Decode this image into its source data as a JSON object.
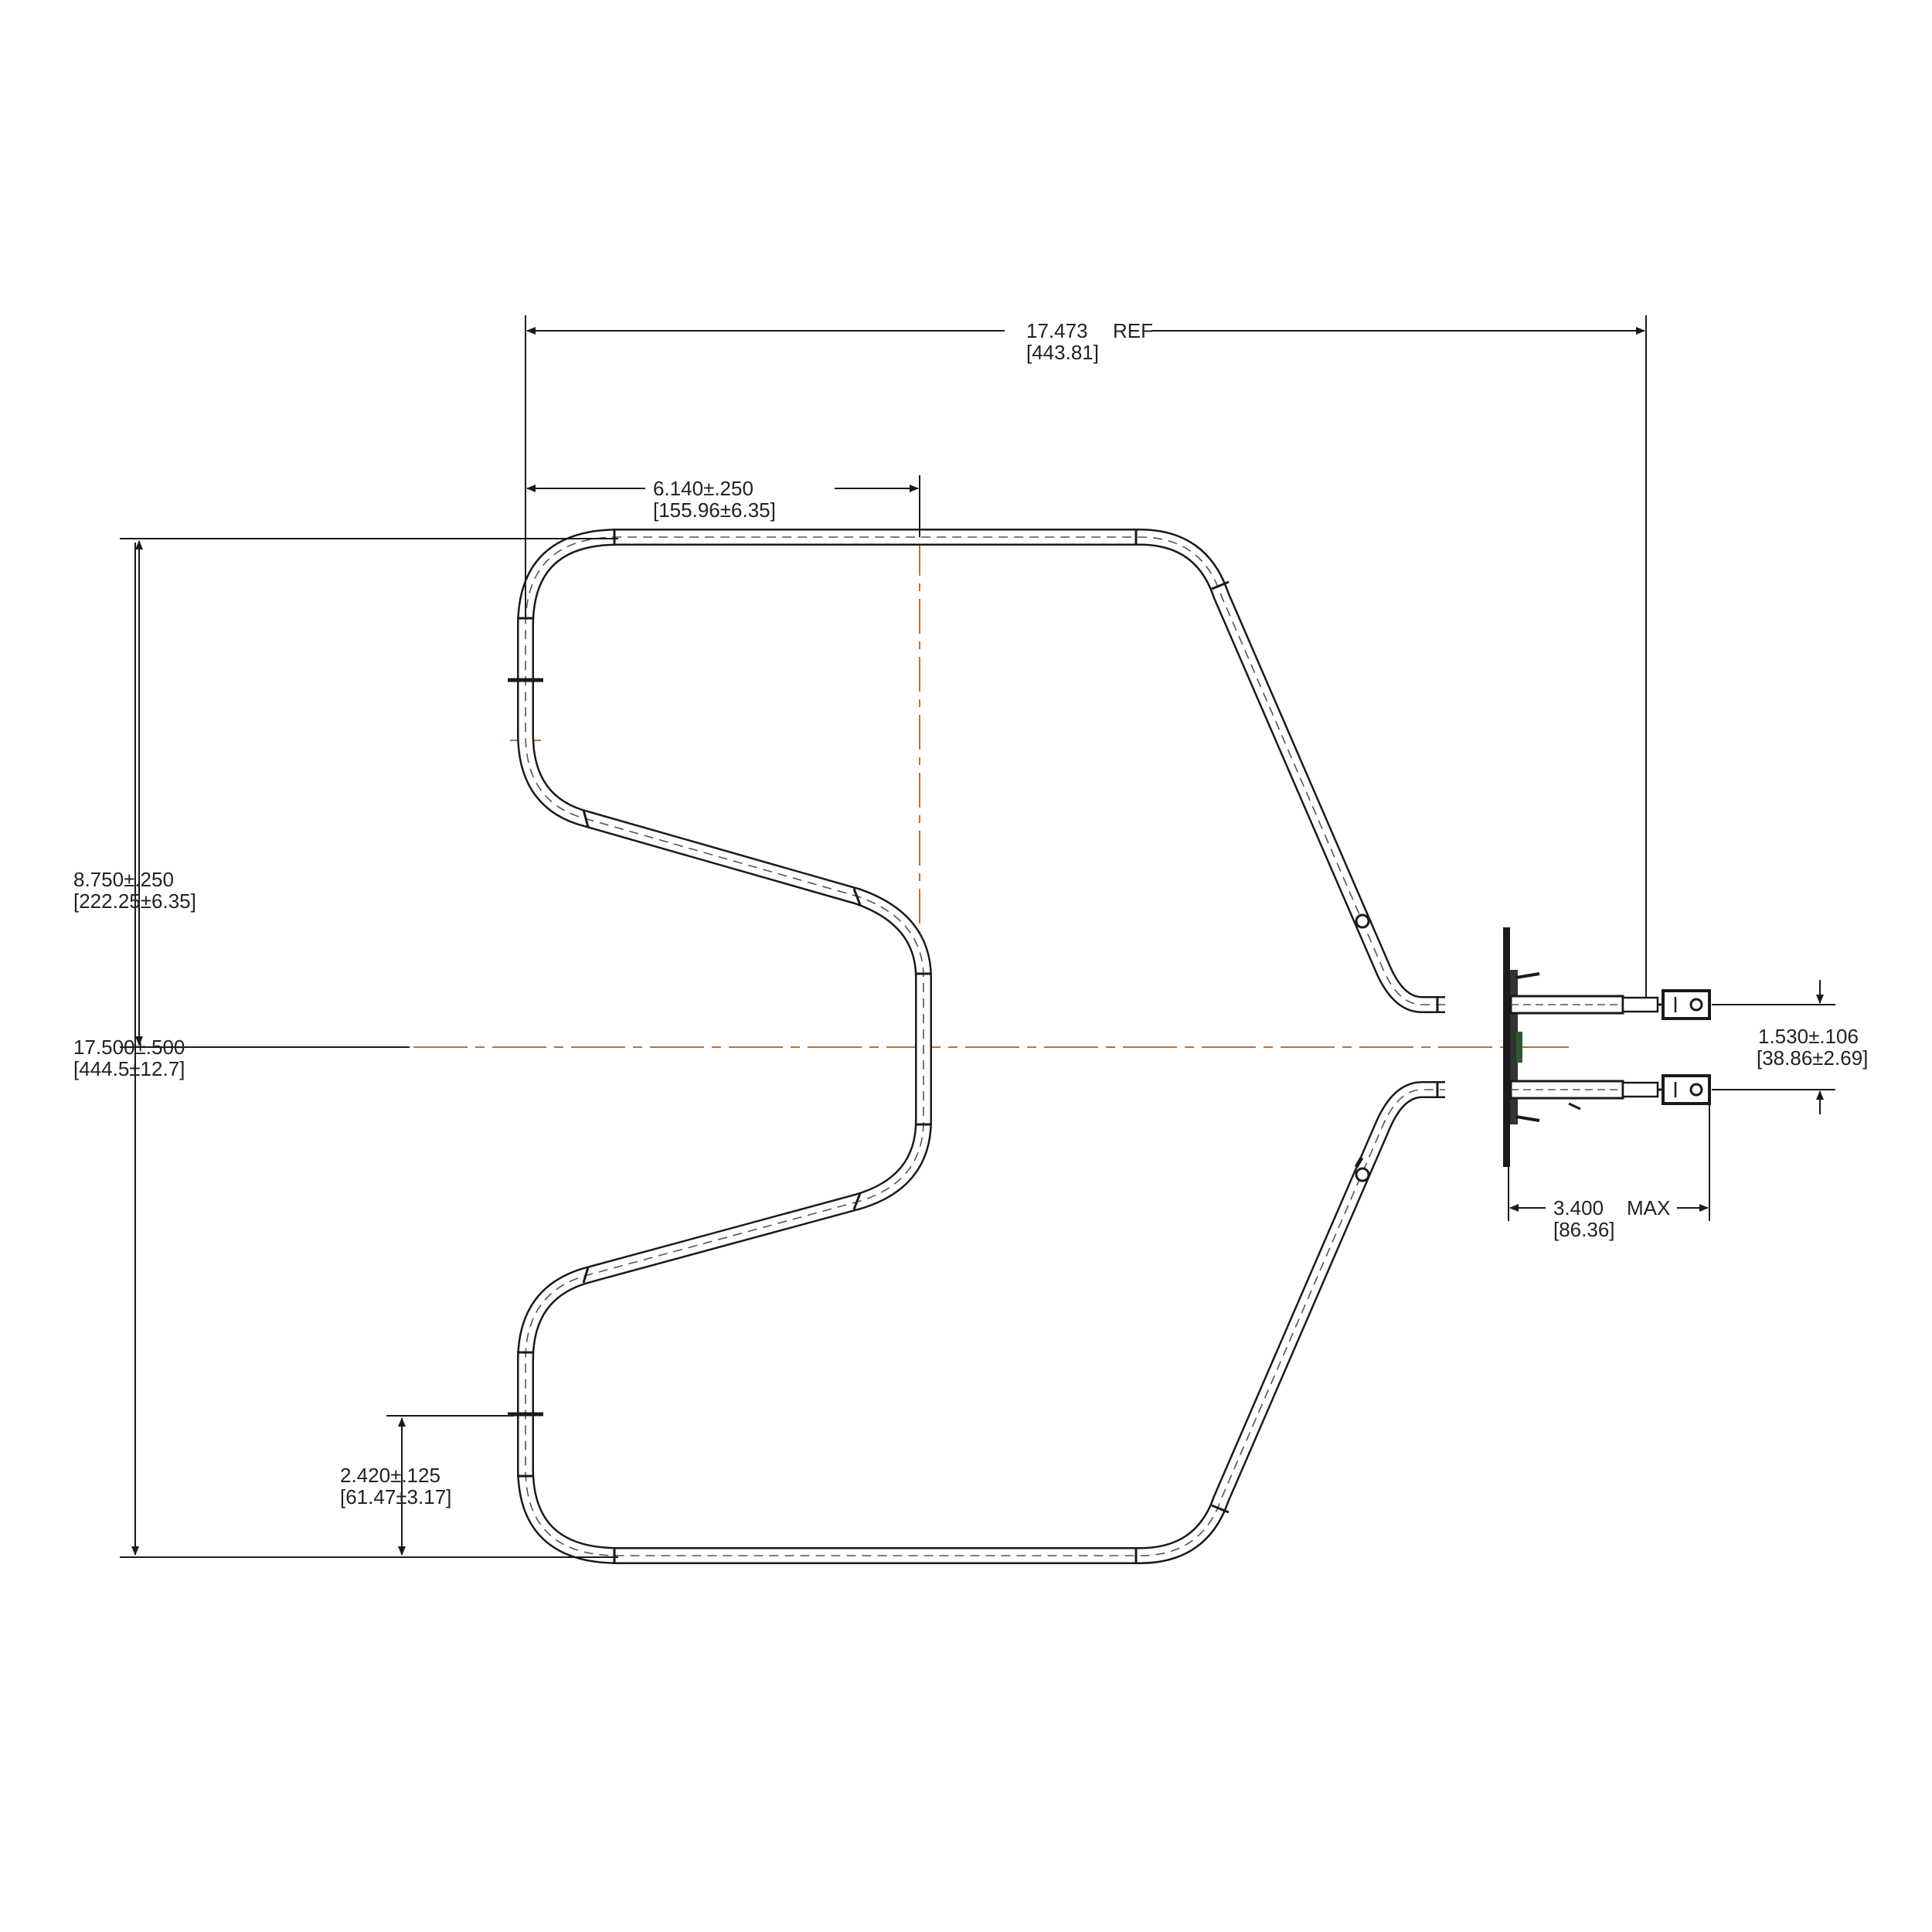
{
  "colors": {
    "line": "#1a1a1a",
    "centerline": "#b8733a",
    "background": "#ffffff"
  },
  "dimensions": {
    "overall_width": {
      "value": "17.473",
      "note": "REF",
      "metric": "[443.81]"
    },
    "flat_section": {
      "value": "6.140±.250",
      "metric": "[155.96±6.35]"
    },
    "half_height": {
      "value": "8.750±.250",
      "metric": "[222.25±6.35]"
    },
    "overall_height": {
      "value": "17.500±.500",
      "metric": "[444.5±12.7]"
    },
    "bracket_height": {
      "value": "2.420±.125",
      "metric": "[61.47±3.17]"
    },
    "terminal_spacing": {
      "value": "1.530±.106",
      "metric": "[38.86±2.69]"
    },
    "terminal_length": {
      "value": "3.400",
      "note": "MAX",
      "metric": "[86.36]"
    }
  }
}
